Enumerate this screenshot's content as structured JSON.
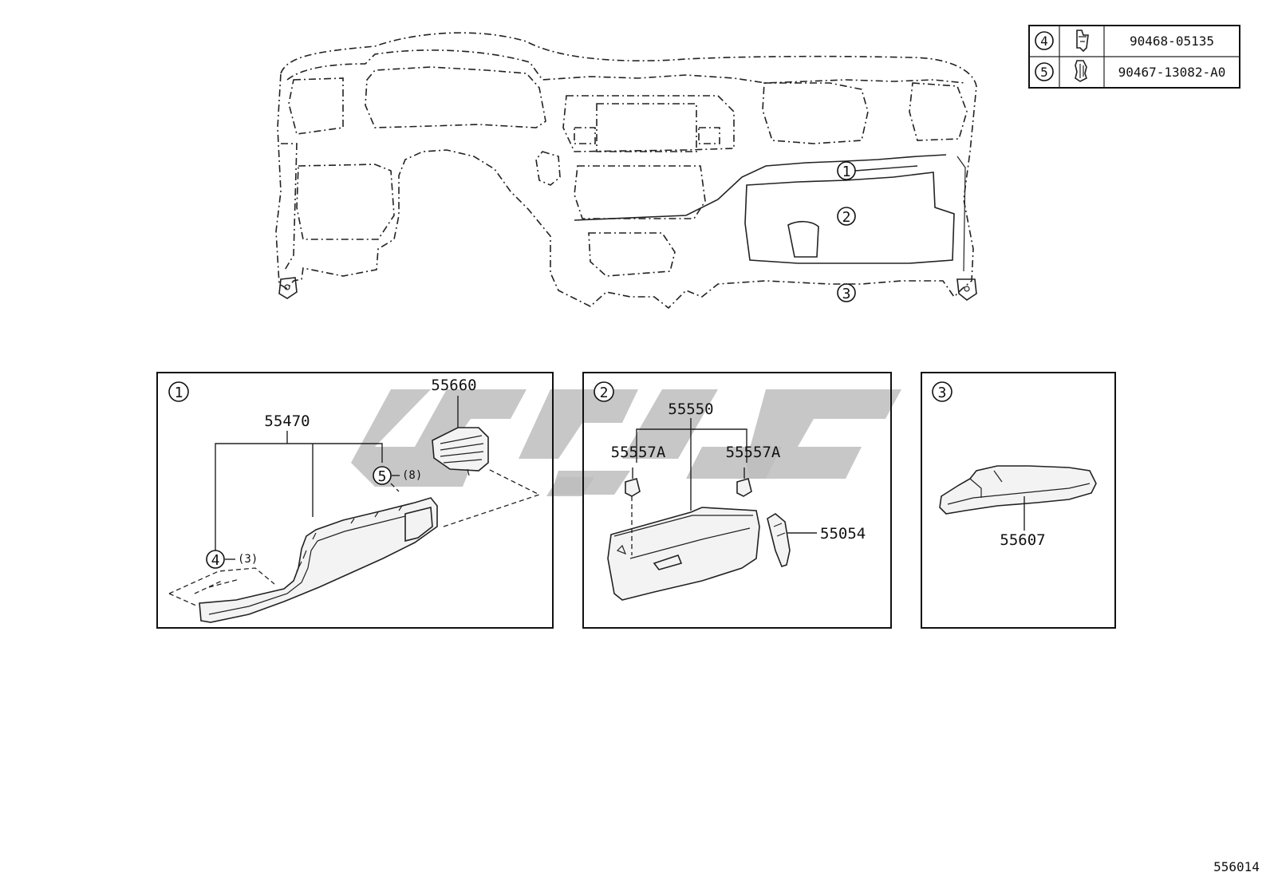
{
  "fastener_table": [
    {
      "ref": "4",
      "part_no": "90468-05135",
      "icon": "clip-icon"
    },
    {
      "ref": "5",
      "part_no": "90467-13082-A0",
      "icon": "clip-icon"
    }
  ],
  "overview_callouts": [
    "1",
    "2",
    "3"
  ],
  "panels": [
    {
      "ref": "1",
      "labels": {
        "main": "55470",
        "vent": "55660",
        "clip5": "5",
        "clip5_qty": "(8)",
        "clip4": "4",
        "clip4_qty": "(3)"
      }
    },
    {
      "ref": "2",
      "labels": {
        "main": "55550",
        "left": "55557A",
        "right": "55557A",
        "damper": "55054"
      }
    },
    {
      "ref": "3",
      "labels": {
        "main": "55607"
      }
    }
  ],
  "diagram_id": "556014"
}
